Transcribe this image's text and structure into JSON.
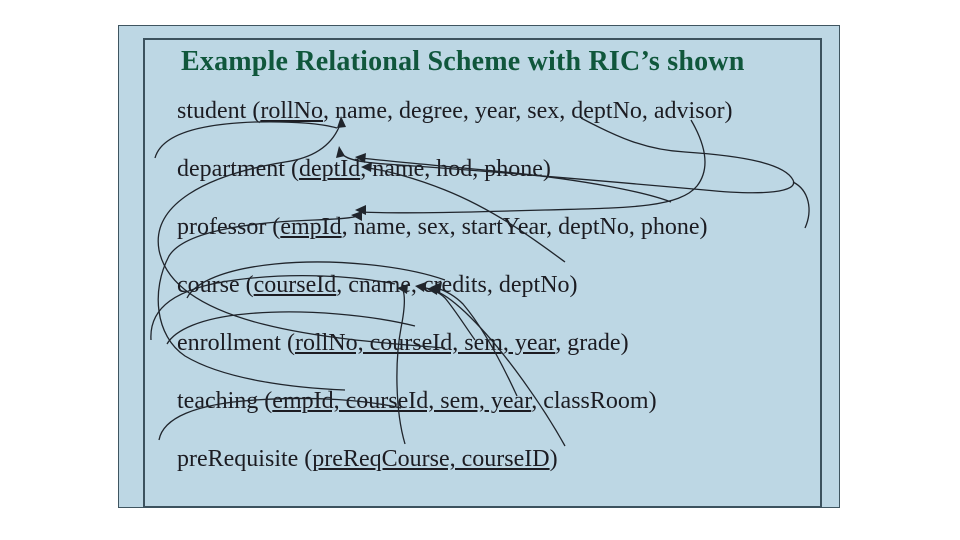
{
  "slide": {
    "title": "Example Relational Scheme with RIC’s shown",
    "background_color": "#bdd7e4",
    "title_color": "#10573c",
    "text_color": "#1c1c22",
    "border_color": "#3c525e",
    "canvas_color": "#ffffff"
  },
  "schema": {
    "relations": [
      {
        "name": "student",
        "line": "student (rollNo, name, degree, year, sex, deptNo, advisor)",
        "key_text": "rollNo",
        "before_key": "student (",
        "after_key": ", name, degree, year, sex, deptNo, advisor)",
        "attributes": [
          "rollNo",
          "name",
          "degree",
          "year",
          "sex",
          "deptNo",
          "advisor"
        ],
        "primary_key": [
          "rollNo"
        ]
      },
      {
        "name": "department",
        "line": "department (deptId, name, hod, phone)",
        "key_text": "deptId",
        "before_key": "department (",
        "after_key": ", name, hod, phone)",
        "attributes": [
          "deptId",
          "name",
          "hod",
          "phone"
        ],
        "primary_key": [
          "deptId"
        ]
      },
      {
        "name": "professor",
        "line": "professor (empId, name, sex, startYear, deptNo, phone)",
        "key_text": "empId",
        "before_key": "professor (",
        "after_key": ", name, sex, startYear, deptNo, phone)",
        "attributes": [
          "empId",
          "name",
          "sex",
          "startYear",
          "deptNo",
          "phone"
        ],
        "primary_key": [
          "empId"
        ]
      },
      {
        "name": "course",
        "line": "course (courseId, cname, credits, deptNo)",
        "key_text": "courseId",
        "before_key": "course (",
        "after_key": ", cname, credits, deptNo)",
        "attributes": [
          "courseId",
          "cname",
          "credits",
          "deptNo"
        ],
        "primary_key": [
          "courseId"
        ]
      },
      {
        "name": "enrollment",
        "line": "enrollment (rollNo, courseId, sem, year, grade)",
        "key_text": "rollNo, courseId, sem, year",
        "before_key": "enrollment (",
        "after_key": ", grade)",
        "attributes": [
          "rollNo",
          "courseId",
          "sem",
          "year",
          "grade"
        ],
        "primary_key": [
          "rollNo",
          "courseId",
          "sem",
          "year"
        ]
      },
      {
        "name": "teaching",
        "line": "teaching (empId, courseId, sem, year, classRoom)",
        "key_text": "empId, courseId, sem, year",
        "before_key": "teaching (",
        "after_key": ", classRoom)",
        "attributes": [
          "empId",
          "courseId",
          "sem",
          "year",
          "classRoom"
        ],
        "primary_key": [
          "empId",
          "courseId",
          "sem",
          "year"
        ]
      },
      {
        "name": "preRequisite",
        "line": "preRequisite (preReqCourse, courseID)",
        "key_text": "preReqCourse, courseID",
        "before_key": "preRequisite (",
        "after_key": ")",
        "attributes": [
          "preReqCourse",
          "courseID"
        ],
        "primary_key": [
          "preReqCourse",
          "courseID"
        ]
      }
    ],
    "referential_integrity_constraints": [
      {
        "from": "student.deptNo",
        "to": "department.deptId"
      },
      {
        "from": "student.advisor",
        "to": "professor.empId"
      },
      {
        "from": "professor.deptNo",
        "to": "department.deptId"
      },
      {
        "from": "course.deptNo",
        "to": "department.deptId"
      },
      {
        "from": "enrollment.rollNo",
        "to": "student.rollNo"
      },
      {
        "from": "enrollment.courseId",
        "to": "course.courseId"
      },
      {
        "from": "teaching.empId",
        "to": "professor.empId"
      },
      {
        "from": "teaching.courseId",
        "to": "course.courseId"
      },
      {
        "from": "preRequisite.preReqCourse",
        "to": "course.courseId"
      },
      {
        "from": "preRequisite.courseID",
        "to": "course.courseId"
      }
    ]
  }
}
